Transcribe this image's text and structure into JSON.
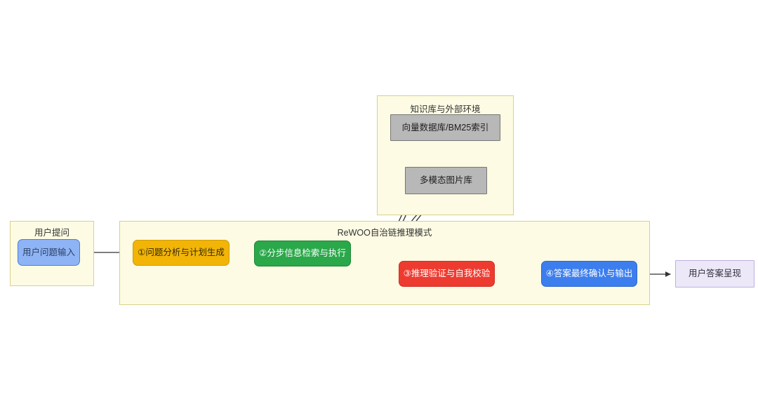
{
  "diagram": {
    "type": "flowchart",
    "background_color": "#ffffff",
    "edge_color": "#333333"
  },
  "knowledge_subgraph": {
    "title": "知识库与外部环境",
    "fill": "#fdfbe3",
    "stroke": "#d6d28a",
    "nodes": [
      {
        "id": "vectordb",
        "label": "向量数据库/BM25索引",
        "fill": "#b8b8b8"
      },
      {
        "id": "imagedb",
        "label": "多模态图片库",
        "fill": "#b8b8b8"
      }
    ]
  },
  "ask_subgraph": {
    "title": "用户提问",
    "fill": "#fdfbe3",
    "stroke": "#d6d28a",
    "nodes": [
      {
        "id": "userinput",
        "label": "用户问题输入",
        "fill": "#8fb4f5"
      }
    ]
  },
  "rewoo_subgraph": {
    "title": "ReWOO自治链推理模式",
    "fill": "#fdfbe3",
    "stroke": "#d6d28a",
    "nodes": [
      {
        "id": "step1",
        "label": "①问题分析与计划生成",
        "fill": "#f2b407"
      },
      {
        "id": "step2",
        "label": "②分步信息检索与执行",
        "fill": "#2aa84a"
      },
      {
        "id": "step3",
        "label": "③推理验证与自我校验",
        "fill": "#ee3b30"
      },
      {
        "id": "step4",
        "label": "④答案最终确认与输出",
        "fill": "#3d7eee"
      }
    ]
  },
  "output": {
    "nodes": [
      {
        "id": "answer",
        "label": "用户答案呈现",
        "fill": "#ece8f7"
      }
    ]
  },
  "edges": [
    {
      "from": "userinput",
      "to": "step1",
      "style": "straight-arrow"
    },
    {
      "from": "step1",
      "to": "step2",
      "style": "straight-arrow"
    },
    {
      "from": "step2",
      "to": "step3",
      "style": "curved-arrow"
    },
    {
      "from": "step3",
      "to": "step4",
      "style": "straight-arrow"
    },
    {
      "from": "step4",
      "to": "answer",
      "style": "straight-arrow"
    },
    {
      "from": "step2",
      "to": "vectordb",
      "style": "curved-arrow"
    },
    {
      "from": "vectordb",
      "to": "step2",
      "style": "curved-arrow"
    },
    {
      "from": "step2",
      "to": "imagedb",
      "style": "curved-arrow"
    },
    {
      "from": "imagedb",
      "to": "step2",
      "style": "curved-arrow"
    }
  ]
}
